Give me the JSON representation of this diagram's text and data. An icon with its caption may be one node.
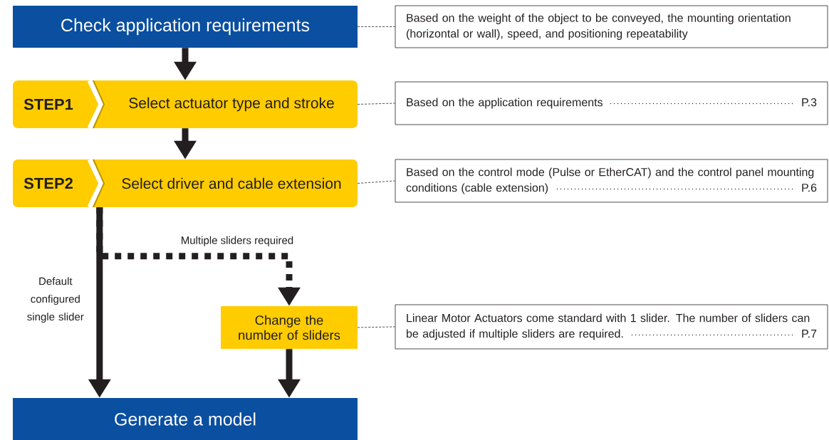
{
  "diagram": {
    "nodes": [
      {
        "text": [
          "Check application requirements"
        ]
      },
      {
        "text": [
          "Based on the weight of the object to be conveyed, the mounting orientation (horizontal or wall), speed, and positioning repeatability"
        ]
      },
      {
        "text": [
          "STEP1",
          "Select actuator type and stroke"
        ]
      },
      {
        "text": [
          "Based on the application requirements",
          "P.3"
        ]
      },
      {
        "text": [
          "STEP2",
          "Select driver and cable extension"
        ]
      },
      {
        "text": [
          "Based on the control mode (Pulse or EtherCAT) and the control panel mounting conditions (cable extension)",
          "P.6"
        ]
      },
      {
        "text": [
          "Change the number of sliders"
        ]
      },
      {
        "text": [
          "Linear Motor Actuators come standard with 1 slider. The number of sliders can be adjusted if multiple sliders are required.",
          "P.7"
        ]
      },
      {
        "text": [
          "Generate a model"
        ]
      }
    ],
    "edges": [
      {
        "from": 0,
        "to": 2,
        "arrow": "to"
      },
      {
        "from": 2,
        "to": 4,
        "arrow": "to"
      },
      {
        "from": 4,
        "to": 8,
        "arrow": "to",
        "label": "Default configured single slider"
      },
      {
        "from": 4,
        "to": 6,
        "arrow": "to",
        "style": "dashed",
        "label": "Multiple sliders required"
      },
      {
        "from": 6,
        "to": 8,
        "arrow": "to"
      },
      {
        "from": 0,
        "to": 1,
        "arrow": "none",
        "style": "dashed"
      },
      {
        "from": 2,
        "to": 3,
        "arrow": "none",
        "style": "dashed"
      },
      {
        "from": 4,
        "to": 5,
        "arrow": "none",
        "style": "dashed"
      },
      {
        "from": 6,
        "to": 7,
        "arrow": "none",
        "style": "dashed"
      }
    ]
  }
}
